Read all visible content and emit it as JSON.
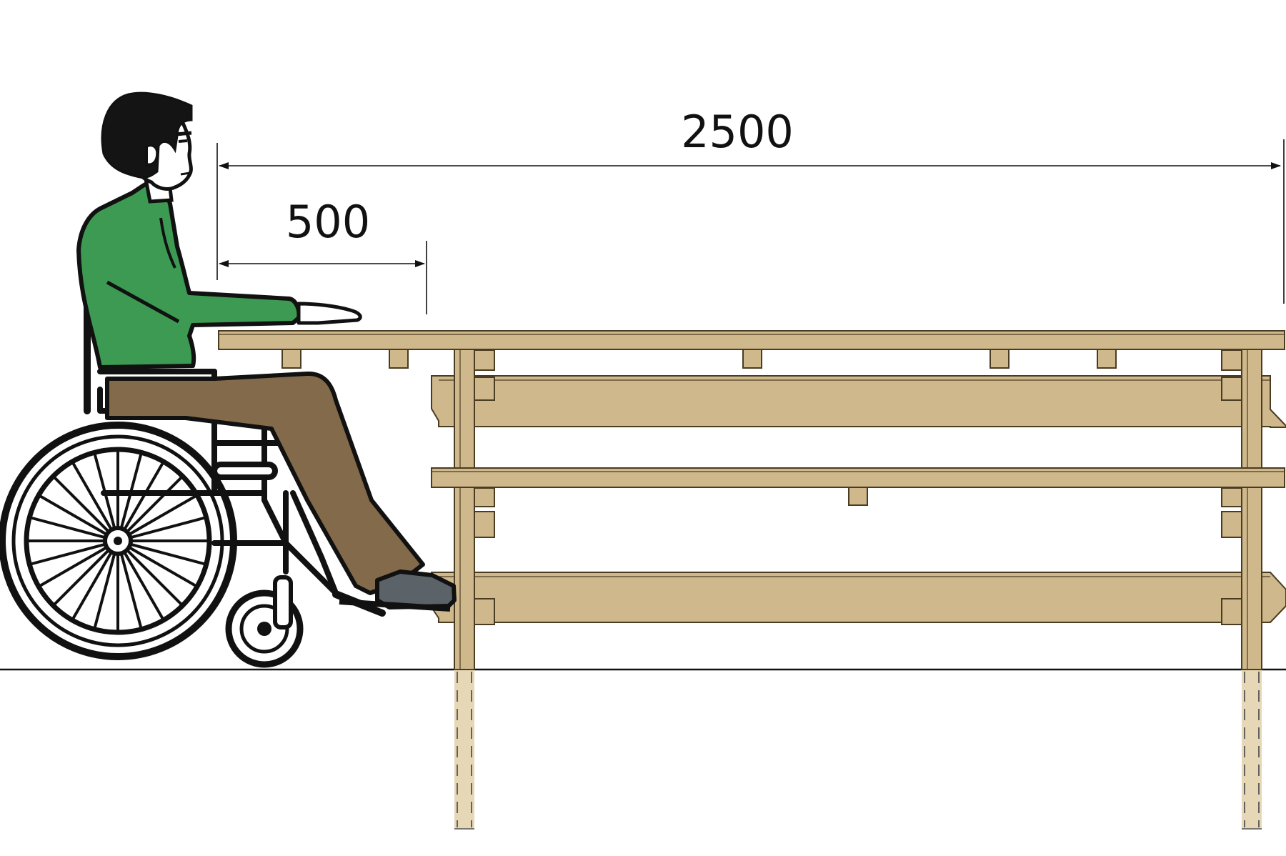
{
  "dimensions": {
    "total_length": "2500",
    "overhang": "500"
  },
  "colors": {
    "wood": "#cfb88c",
    "wood_dark": "#bba273",
    "wood_post_buried": "#e6d7b6",
    "shirt": "#3c9a52",
    "trousers": "#826a4b",
    "hair": "#141414",
    "skin": "#ffffff",
    "shoe": "#5b6368",
    "line": "#111111"
  },
  "icons": [
    "wheelchair-user-figure",
    "picnic-table"
  ]
}
